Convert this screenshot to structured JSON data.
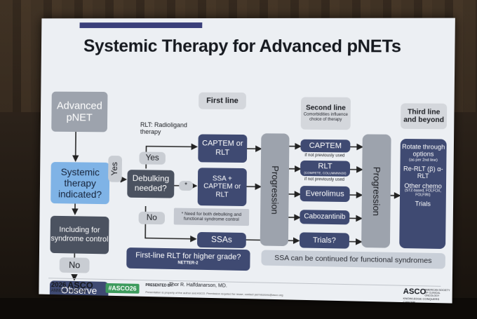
{
  "slide": {
    "title": "Systemic Therapy for Advanced pNETs",
    "headers": {
      "first_line": "First line",
      "second_line": "Second line",
      "second_line_sub": "Comorbidities influence choice of therapy",
      "third_line": "Third line and beyond"
    },
    "left": {
      "advanced": "Advanced pNET",
      "systemic": "Systemic therapy indicated?",
      "yes_vertical": "Yes",
      "syndrome": "Including for syndrome control",
      "no": "No",
      "observe": "Observe"
    },
    "debulking": {
      "rlt_note": "RLT: Radioligand therapy",
      "yes": "Yes",
      "question": "Debulking needed?",
      "star": "*",
      "no": "No",
      "footnote": "* Need for both debulking and functional syndrome control"
    },
    "first_line": {
      "captem_rlt": "CAPTEM or RLT",
      "ssa_captem": "SSA + CAPTEM or RLT",
      "ssas": "SSAs"
    },
    "progression_1": "Progression",
    "progression_2": "Progression",
    "second_line": {
      "captem": "CAPTEM",
      "captem_note": "if not previously used",
      "rlt": "RLT",
      "rlt_sub": "(COMPETE, COLUMMNN30)",
      "rlt_note": "if not previously used",
      "everolimus": "Everolimus",
      "cabozantinib": "Cabozantinib",
      "trials": "Trials?"
    },
    "third_line": {
      "rotate": "Rotate through options",
      "per": "(as per 2nd line)",
      "rerlt": "Re-RLT (β) α-RLT",
      "other": "Other chemo",
      "other_sub": "(STZ-based, FOLFOX, FOLFIRI)",
      "trials": "Trials"
    },
    "bottom": {
      "question": "First-line RLT for higher grade?",
      "netter": "NETTER-2",
      "ssa_continued": "SSA can be continued for functional syndromes"
    },
    "footer": {
      "year": "2026",
      "asco": "ASCO",
      "meeting": "ANNUAL MEETING",
      "hashtag": "#ASCO26",
      "presented_label": "PRESENTED BY:",
      "presenter": "Thor R. Halfdanarson, MD.",
      "disclaimer": "Presentation is property of the author and ASCO. Permission required for reuse; contact permissions@asco.org",
      "asco_right": "ASCO",
      "asco_right_sub": "AMERICAN SOCIETY OF CLINICAL ONCOLOGY",
      "knowledge": "KNOWLEDGE CONQUERS CANCER"
    }
  },
  "colors": {
    "box_grey": "#9da3ad",
    "box_dark": "#4b5260",
    "box_blue": "#7fb3e6",
    "box_navy": "#3f4a72",
    "hashtag_green": "#3d9b5d"
  }
}
